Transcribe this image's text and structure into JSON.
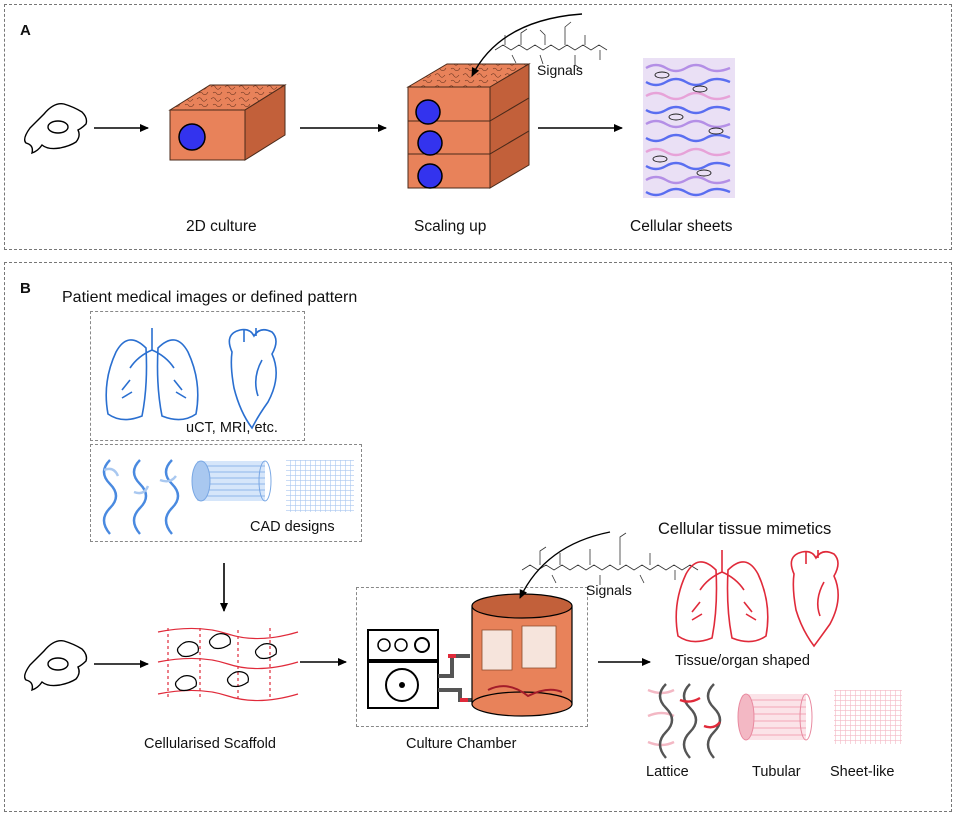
{
  "panel_a": {
    "letter": "A",
    "steps": [
      "2D culture",
      "Scaling up",
      "Cellular sheets"
    ],
    "signals": "Signals"
  },
  "panel_b": {
    "letter": "B",
    "source_title": "Patient medical images or defined pattern",
    "imaging_caption": "uCT, MRI, etc.",
    "cad_caption": "CAD designs",
    "scaffold": "Cellularised Scaffold",
    "chamber": "Culture Chamber",
    "signals": "Signals",
    "output_title": "Cellular tissue mimetics",
    "organ_caption": "Tissue/organ shaped",
    "shapes": [
      "Lattice",
      "Tubular",
      "Sheet-like"
    ]
  },
  "colors": {
    "block": "#e8825a",
    "block_dark": "#c2603a",
    "cell_blue": "#3333ee",
    "image_blue": "#2a6fd0",
    "light_blue": "#a9c8f0",
    "tissue_red": "#e02a3a",
    "light_pink": "#f3b8c4"
  }
}
